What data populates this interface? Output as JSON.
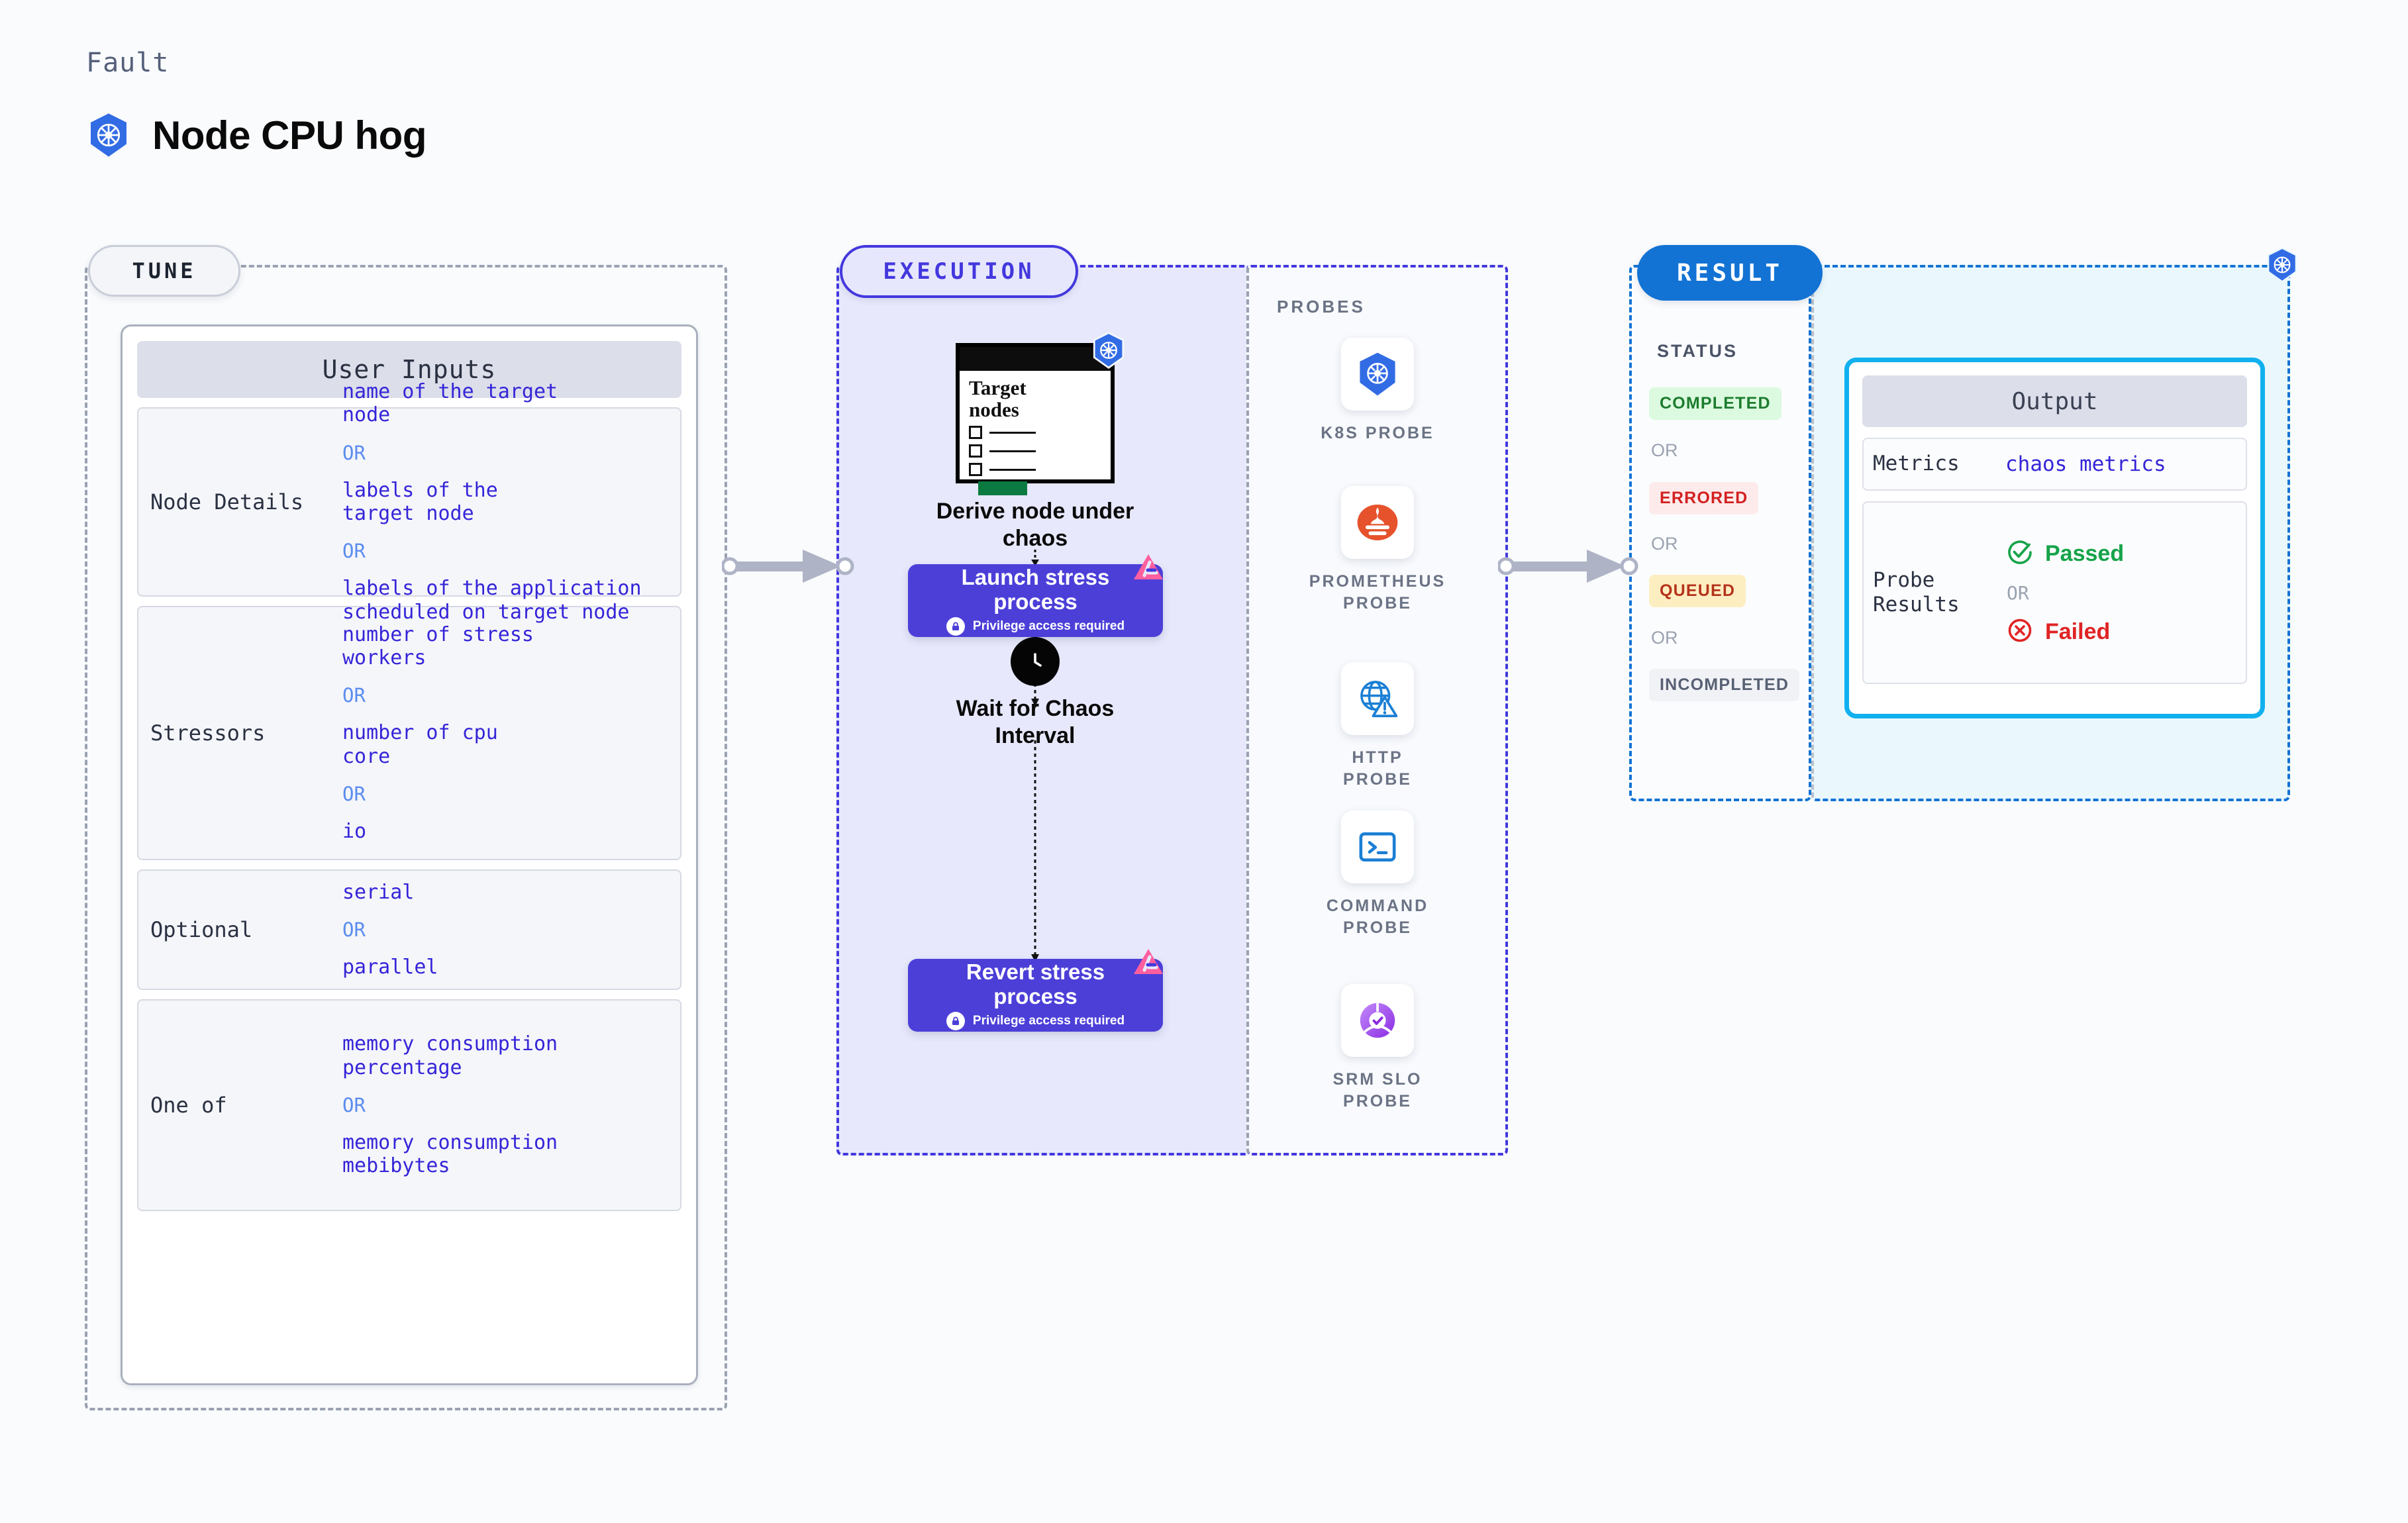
{
  "header": {
    "kicker": "Fault",
    "title": "Node CPU hog",
    "icon": "kubernetes-icon"
  },
  "tune": {
    "pill_label": "TUNE",
    "card_title": "User Inputs",
    "rows": [
      {
        "label": "Node Details",
        "options": [
          "name of the target\nnode",
          "labels of the\ntarget node",
          "labels of the application\n scheduled on target node"
        ],
        "separator": "OR"
      },
      {
        "label": "Stressors",
        "options": [
          "number of stress\nworkers",
          "number of cpu\ncore",
          "io"
        ],
        "separator": "OR"
      },
      {
        "label": "Optional",
        "options": [
          "serial",
          "parallel"
        ],
        "separator": "OR"
      },
      {
        "label": "One of",
        "options": [
          "memory consumption\npercentage",
          "memory consumption\nmebibytes"
        ],
        "separator": "OR"
      }
    ]
  },
  "execution": {
    "pill_label": "EXECUTION",
    "window": {
      "title": "Target\nnodes",
      "icon": "kubernetes-icon"
    },
    "steps": [
      {
        "caption": "Derive node under\nchaos"
      },
      {
        "title": "Launch stress\nprocess",
        "subtitle": "Privilege access required",
        "icon": "lock-icon",
        "badge": "litmus-icon"
      },
      {
        "caption": "Wait for Chaos\nInterval",
        "icon": "clock-icon"
      },
      {
        "title": "Revert stress\nprocess",
        "subtitle": "Privilege access required",
        "icon": "lock-icon",
        "badge": "litmus-icon"
      }
    ]
  },
  "probes": {
    "title": "PROBES",
    "items": [
      {
        "label": "K8S  PROBE",
        "icon": "kubernetes-icon"
      },
      {
        "label": "PROMETHEUS\nPROBE",
        "icon": "prometheus-icon"
      },
      {
        "label": "HTTP  PROBE",
        "icon": "globe-warning-icon"
      },
      {
        "label": "COMMAND\nPROBE",
        "icon": "terminal-icon"
      },
      {
        "label": "SRM  SLO\nPROBE",
        "icon": "slo-gauge-icon"
      }
    ]
  },
  "result": {
    "pill_label": "RESULT",
    "status_title": "STATUS",
    "separator": "OR",
    "statuses": [
      {
        "label": "COMPLETED",
        "bg": "#dcfadf",
        "fg": "#1c7c2e"
      },
      {
        "label": "ERRORED",
        "bg": "#fdebeb",
        "fg": "#d32020"
      },
      {
        "label": "QUEUED",
        "bg": "#fdeec2",
        "fg": "#b5321a"
      },
      {
        "label": "INCOMPLETED",
        "bg": "#f0f2f6",
        "fg": "#586074"
      }
    ]
  },
  "output": {
    "card_title": "Output",
    "metrics_label": "Metrics",
    "metrics_value": "chaos metrics",
    "probe_results_label": "Probe\nResults",
    "separator": "OR",
    "passed_label": "Passed",
    "failed_label": "Failed",
    "corner_icon": "kubernetes-icon"
  },
  "colors": {
    "accent_indigo": "#4338dd",
    "accent_blue": "#1273d4",
    "accent_cyan": "#11b0ee",
    "value_text": "#3525d8",
    "or_text": "#5b8def"
  }
}
